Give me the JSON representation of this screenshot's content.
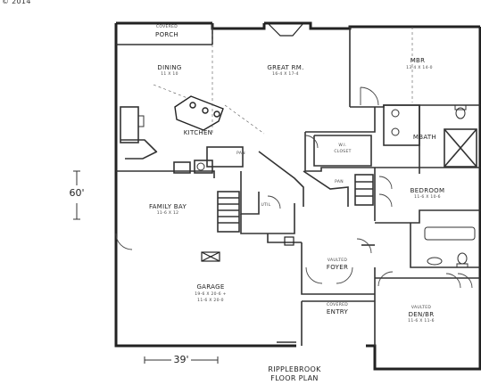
{
  "copyright": "2014",
  "title": {
    "line1": "RIPPLEBROOK",
    "line2": "FLOOR PLAN"
  },
  "dimensions": {
    "depth": "60'",
    "width": "39'"
  },
  "rooms": {
    "porch": {
      "label": "PORCH",
      "sub": "COVERED"
    },
    "dining": {
      "label": "DINING",
      "sub": "11 X 10"
    },
    "great_rm": {
      "label": "GREAT RM.",
      "sub": "16-4 X 17-4"
    },
    "mbr": {
      "label": "MBR",
      "sub": "13-4 X 14-0"
    },
    "kitchen": {
      "label": "KITCHEN"
    },
    "mbath": {
      "label": "MBATH"
    },
    "wi_closet": {
      "label": "W.I.",
      "sub": "CLOSET"
    },
    "bedroom": {
      "label": "BEDROOM",
      "sub": "11-6 X 10-6"
    },
    "family_bay": {
      "label": "FAMILY BAY",
      "sub": "11-6 X 12"
    },
    "util": {
      "label": "UTIL"
    },
    "pan": {
      "label": "PAN"
    },
    "foyer": {
      "label": "FOYER",
      "sub": "VAULTED"
    },
    "entry": {
      "label": "ENTRY",
      "sub": "COVERED"
    },
    "den_br": {
      "label": "DEN/BR",
      "sub": "11-6 X 11-6"
    },
    "garage": {
      "label": "GARAGE",
      "sub1": "19-6 X 20-6 +",
      "sub2": "11-6 X 20-0"
    }
  }
}
